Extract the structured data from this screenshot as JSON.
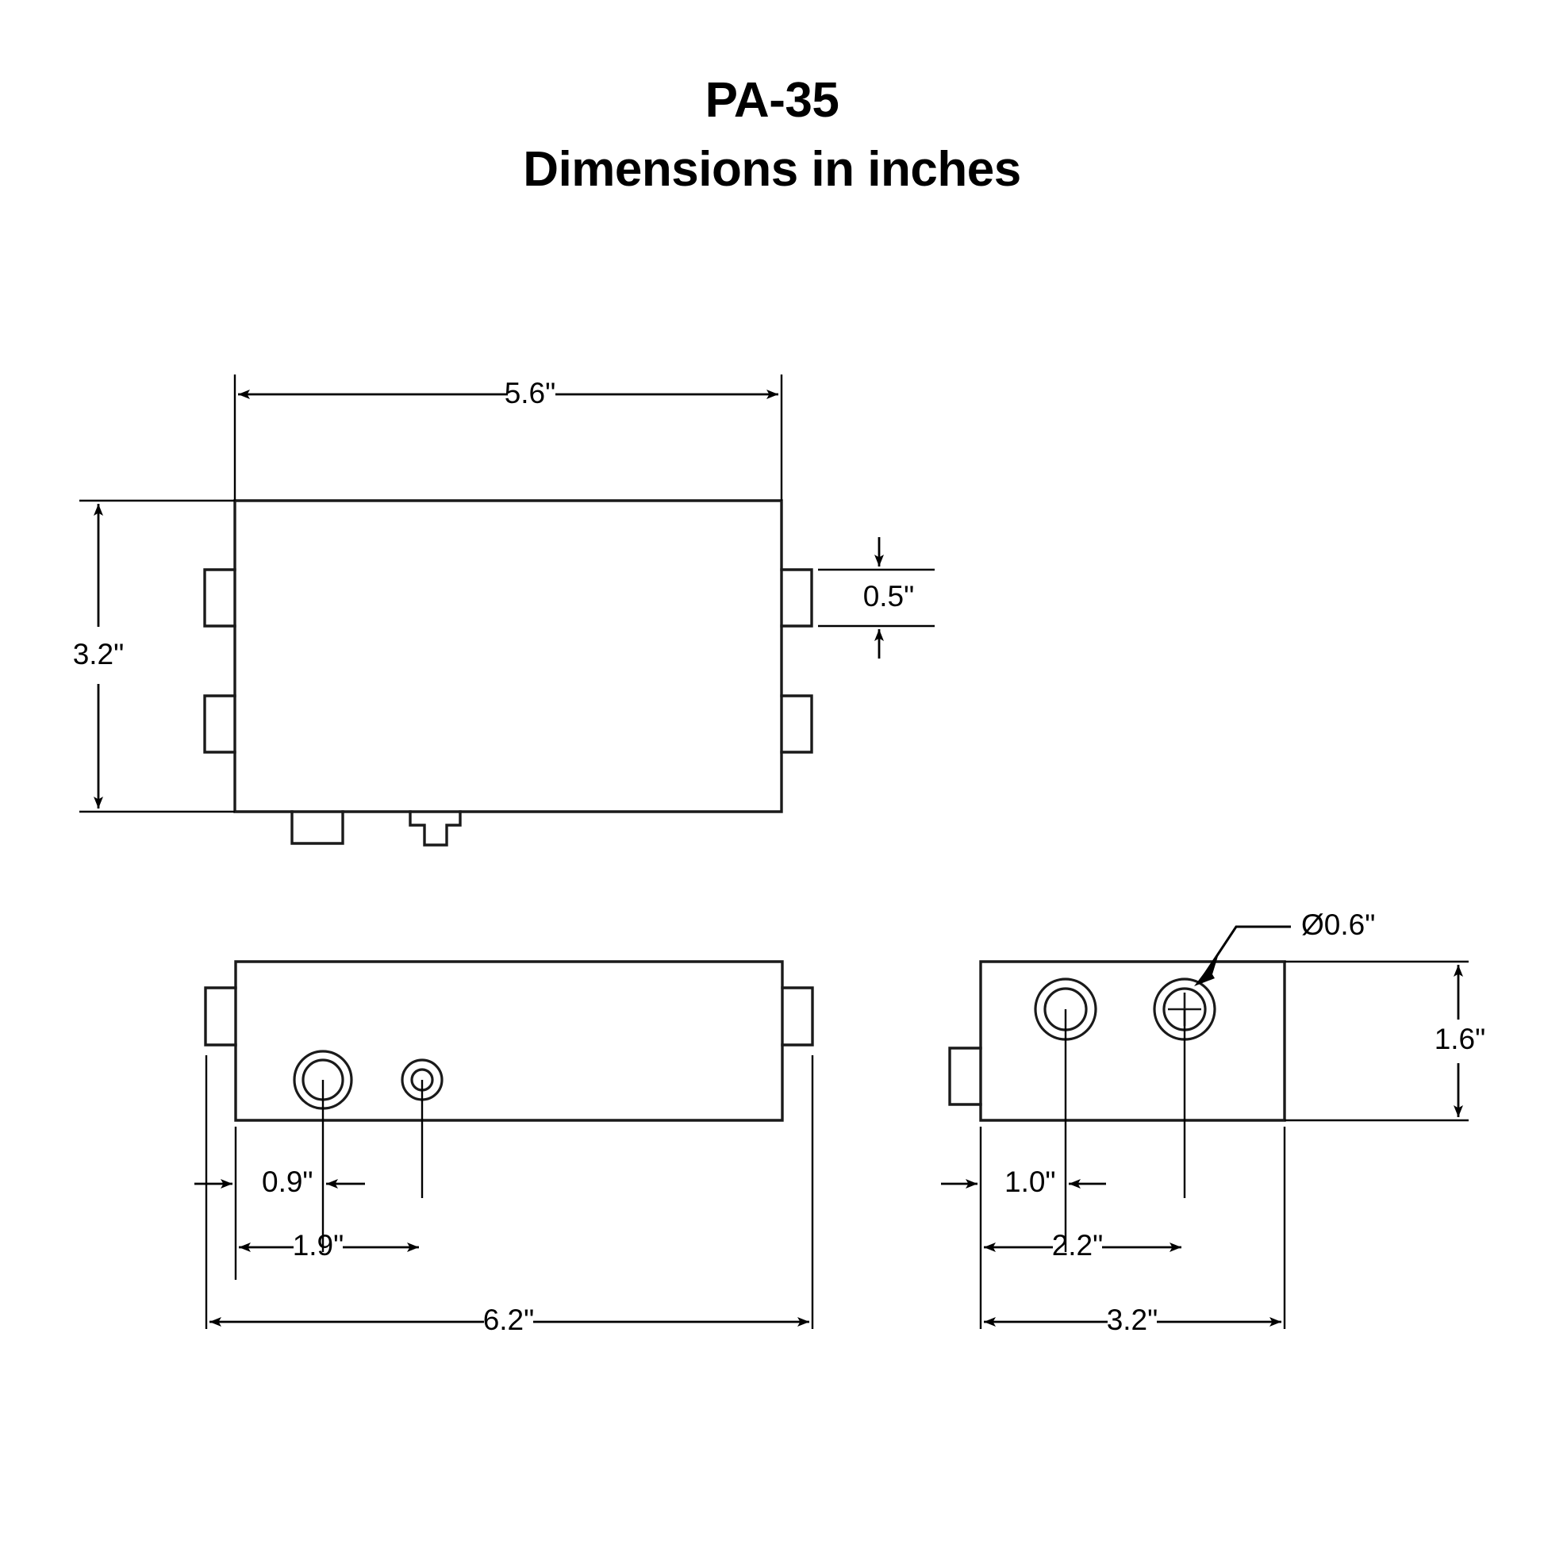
{
  "title": {
    "line1": "PA-35",
    "line2": "Dimensions in inches"
  },
  "views": {
    "top": {
      "name": "top-view",
      "dimensions": {
        "width": "5.6\"",
        "height": "3.2\"",
        "tab_width": "0.5\""
      }
    },
    "front": {
      "name": "front-view",
      "dimensions": {
        "connector_offset_small": "0.9\"",
        "connector_offset_large": "1.9\"",
        "overall_width": "6.2\""
      }
    },
    "side": {
      "name": "side-view",
      "dimensions": {
        "hole_diameter": "Ø0.6\"",
        "height": "1.6\"",
        "connector_offset_small": "1.0\"",
        "connector_offset_large": "2.2\"",
        "overall_width": "3.2\""
      }
    }
  },
  "colors": {
    "line": "#1a1a1a",
    "text": "#000000",
    "background": "#ffffff"
  },
  "dimension_values": {
    "top_width": "5.6\"",
    "top_height": "3.2\"",
    "tab_height": "0.5\"",
    "front_small_offset": "0.9\"",
    "front_large_offset": "1.9\"",
    "front_overall": "6.2\"",
    "side_hole_dia": "Ø0.6\"",
    "side_height": "1.6\"",
    "side_small_offset": "1.0\"",
    "side_large_offset": "2.2\"",
    "side_overall": "3.2\""
  }
}
